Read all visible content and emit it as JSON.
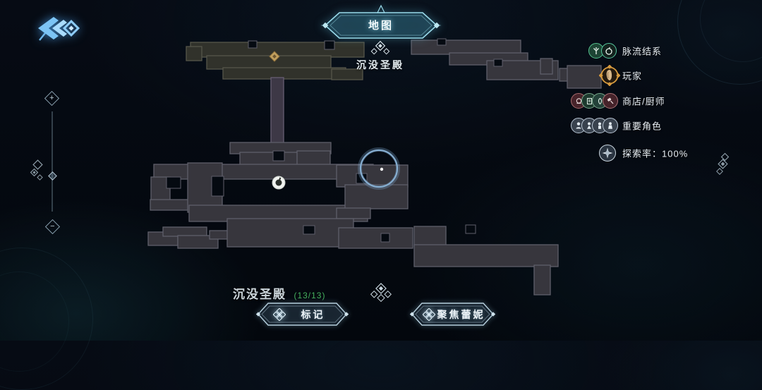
{
  "screen": {
    "name": "map-screen"
  },
  "header": {
    "title": "地图",
    "area_label": "沉没圣殿"
  },
  "legend": {
    "items": [
      {
        "id": "flow-nodes",
        "label": "脉流结系"
      },
      {
        "id": "player",
        "label": "玩家"
      },
      {
        "id": "shops",
        "label": "商店/厨师"
      },
      {
        "id": "npcs",
        "label": "重要角色"
      },
      {
        "id": "exploration",
        "label": "探索率：100%",
        "value": "100%"
      }
    ]
  },
  "zoom_control": {
    "plus": "+",
    "minus": "−"
  },
  "footer": {
    "area_name": "沉没圣殿",
    "completion": "(13/13)",
    "buttons": [
      {
        "id": "mark",
        "label": "标记"
      },
      {
        "id": "focus",
        "label": "聚焦蕾妮"
      }
    ]
  },
  "colors": {
    "accent_cyan": "#8fd8ea",
    "completion_green": "#45b15e",
    "player_gold": "#d79b3f",
    "node_green": "#5cc795",
    "shop_red": "#a96b6e",
    "npc_silver": "#bcc9d6",
    "map_room": "#37363d",
    "background": "#04070e"
  }
}
